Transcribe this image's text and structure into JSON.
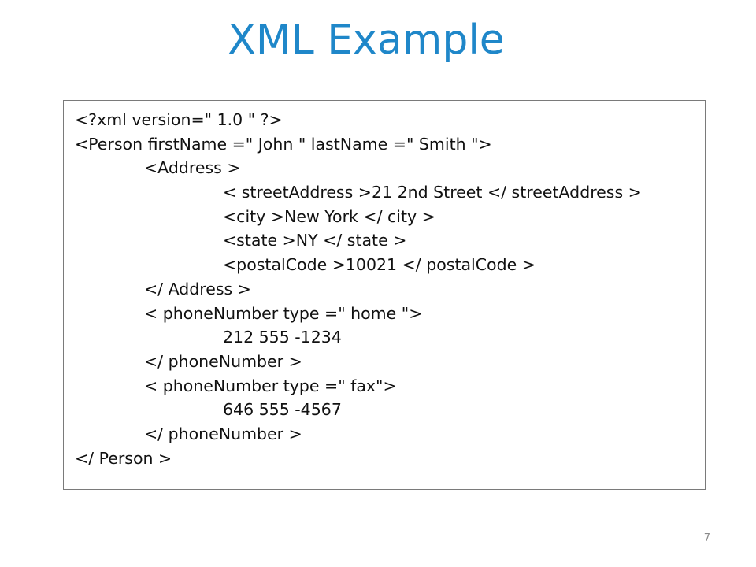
{
  "slide": {
    "title": "XML Example",
    "page_number": "7"
  },
  "code_lines": [
    {
      "indent": 0,
      "text": "<?xml version=\" 1.0 \" ?>"
    },
    {
      "indent": 0,
      "text": "<Person firstName =\" John \" lastName =\" Smith \">"
    },
    {
      "indent": 1,
      "text": "<Address >"
    },
    {
      "indent": 2,
      "text": "< streetAddress >21 2nd Street </ streetAddress >"
    },
    {
      "indent": 2,
      "text": "<city >New York </ city >"
    },
    {
      "indent": 2,
      "text": "<state >NY </ state >"
    },
    {
      "indent": 2,
      "text": "<postalCode >10021 </ postalCode >"
    },
    {
      "indent": 1,
      "text": "</ Address >"
    },
    {
      "indent": 1,
      "text": "< phoneNumber type =\" home \">"
    },
    {
      "indent": 2,
      "text": "212 555 -1234"
    },
    {
      "indent": 1,
      "text": "</ phoneNumber >"
    },
    {
      "indent": 1,
      "text": "< phoneNumber type =\" fax\">"
    },
    {
      "indent": 2,
      "text": "646 555 -4567"
    },
    {
      "indent": 1,
      "text": "</ phoneNumber >"
    },
    {
      "indent": 0,
      "text": "</ Person >"
    }
  ],
  "colors": {
    "title": "#1f87c9",
    "text": "#111111",
    "border": "#7a7a7a",
    "page_number": "#8a8a8a"
  }
}
